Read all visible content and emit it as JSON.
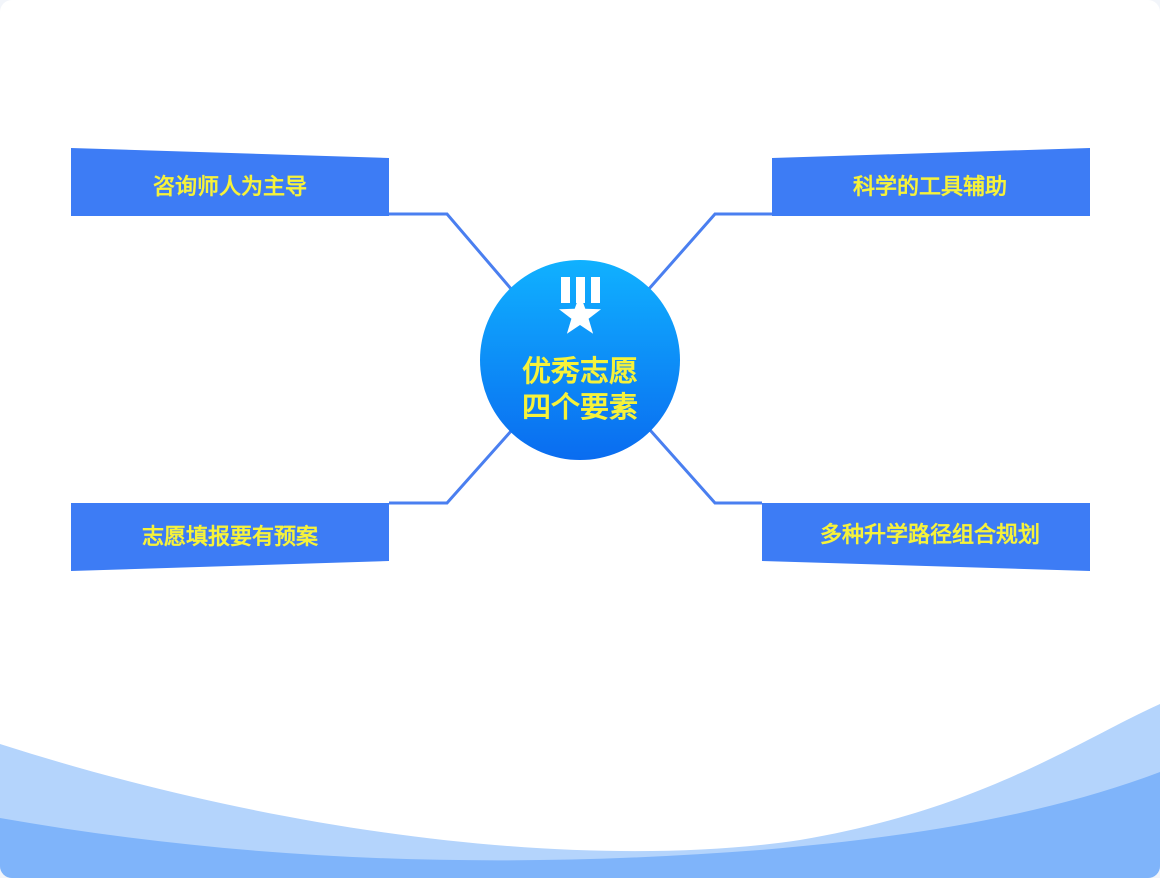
{
  "center": {
    "line1": "优秀志愿",
    "line2": "四个要素",
    "icon": "medal-star-icon"
  },
  "items": [
    {
      "label": "咨询师人为主导"
    },
    {
      "label": "科学的工具辅助"
    },
    {
      "label": "志愿填报要有预案"
    },
    {
      "label": "多种升学路径组合规划"
    }
  ],
  "colors": {
    "banner": "#3d7cf5",
    "label_text": "#f6f23a",
    "connector": "#4a7ff0",
    "circle_top": "#10b1ff",
    "circle_bottom": "#0a6cf0",
    "wave_light": "#b4d4fc",
    "wave_dark": "#7fb4fa"
  }
}
